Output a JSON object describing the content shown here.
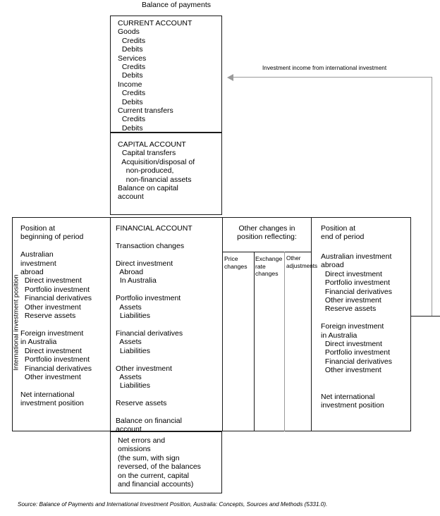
{
  "diagram": {
    "title": "Balance of payments",
    "side_label": "International investment position",
    "source": "Source: Balance of Payments and International Investment Position, Australia: Concepts, Sources and Methods (5331.0)."
  },
  "current_account": {
    "heading": "CURRENT ACCOUNT",
    "lines": [
      "CURRENT ACCOUNT",
      "Goods",
      "  Credits",
      "  Debits",
      "Services",
      "  Credits",
      "  Debits",
      "Income",
      "  Credits",
      "  Debits",
      "Current transfers",
      "  Credits",
      "  Debits"
    ],
    "text": "CURRENT ACCOUNT\nGoods\n  Credits\n  Debits\nServices\n  Credits\n  Debits\nIncome\n  Credits\n  Debits\nCurrent transfers\n  Credits\n  Debits"
  },
  "capital_account": {
    "heading": "CAPITAL ACCOUNT",
    "lines": [
      "CAPITAL ACCOUNT",
      "  Capital transfers",
      "  Acquisition/disposal of",
      "    non-produced,",
      "    non-financial assets",
      "Balance on capital",
      "account"
    ],
    "text": "CAPITAL ACCOUNT\n  Capital transfers\n  Acquisition/disposal of\n    non-produced,\n    non-financial assets\nBalance on capital\naccount"
  },
  "investment_income_arrow": {
    "label": "Investment income from international investment",
    "direction": "left",
    "color": "#9a9a9a"
  },
  "position_beginning": {
    "heading": "Position at beginning of period",
    "lines": [
      "Position at",
      "beginning of period",
      "",
      "Australian",
      "investment",
      "abroad",
      "  Direct investment",
      "  Portfolio investment",
      "  Financial derivatives",
      "  Other investment",
      "  Reserve assets",
      "",
      "Foreign investment",
      "in Australia",
      "  Direct investment",
      "  Portfolio investment",
      "  Financial derivatives",
      "  Other investment",
      "",
      "Net international",
      "investment position"
    ],
    "text": "Position at\nbeginning of period\n\nAustralian\ninvestment\nabroad\n  Direct investment\n  Portfolio investment\n  Financial derivatives\n  Other investment\n  Reserve assets\n\nForeign investment\nin Australia\n  Direct investment\n  Portfolio investment\n  Financial derivatives\n  Other investment\n\nNet international\ninvestment position"
  },
  "financial_account": {
    "heading": "FINANCIAL ACCOUNT",
    "lines": [
      "FINANCIAL ACCOUNT",
      "",
      "Transaction changes",
      "",
      "Direct investment",
      "  Abroad",
      "  In Australia",
      "",
      "Portfolio investment",
      "  Assets",
      "  Liabilities",
      "",
      "Financial derivatives",
      "  Assets",
      "  Liabilities",
      "",
      "Other investment",
      "  Assets",
      "  Liabilities",
      "",
      "Reserve assets",
      "",
      "Balance on financial",
      "account"
    ],
    "text": "FINANCIAL ACCOUNT\n\nTransaction changes\n\nDirect investment\n  Abroad\n  In Australia\n\nPortfolio investment\n  Assets\n  Liabilities\n\nFinancial derivatives\n  Assets\n  Liabilities\n\nOther investment\n  Assets\n  Liabilities\n\nReserve assets\n\nBalance on financial\naccount"
  },
  "other_changes": {
    "title": "Other changes in\nposition reflecting:",
    "columns": [
      {
        "label": "Price\nchanges"
      },
      {
        "label": "Exchange\nrate\nchanges"
      },
      {
        "label": "Other\nadjustments"
      }
    ]
  },
  "position_end": {
    "heading": "Position at\nend of period",
    "lines": [
      "Australian investment",
      "abroad",
      "  Direct investment",
      "  Portfolio investment",
      "  Financial derivatives",
      "  Other investment",
      "  Reserve assets",
      "",
      "Foreign investment",
      "in Australia",
      "  Direct investment",
      "  Portfolio investment",
      "  Financial derivatives",
      "  Other investment",
      "",
      "",
      "Net international",
      "investment position"
    ],
    "text": "Australian investment\nabroad\n  Direct investment\n  Portfolio investment\n  Financial derivatives\n  Other investment\n  Reserve assets\n\nForeign investment\nin Australia\n  Direct investment\n  Portfolio investment\n  Financial derivatives\n  Other investment\n\n\nNet international\ninvestment position"
  },
  "net_errors": {
    "text": "Net errors and\nomissions\n(the sum, with sign\nreversed, of the balances\non the current, capital\nand financial accounts)"
  }
}
